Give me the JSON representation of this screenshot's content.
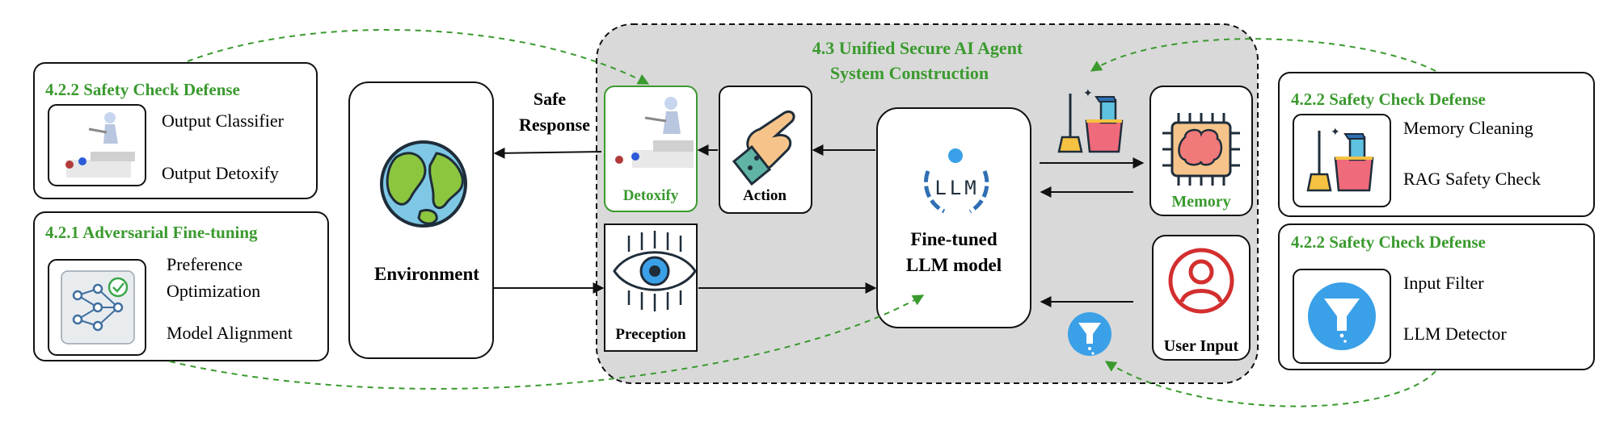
{
  "center_panel": {
    "title_line1": "4.3 Unified Secure AI Agent",
    "title_line2": "System Construction"
  },
  "left_top": {
    "title": "4.2.2 Safety Check Defense",
    "item1": "Output Classifier",
    "item2": "Output Detoxify"
  },
  "left_bottom": {
    "title": "4.2.1 Adversarial Fine-tuning",
    "item1_line1": "Preference",
    "item1_line2": "Optimization",
    "item2": "Model Alignment"
  },
  "right_top": {
    "title": "4.2.2 Safety Check Defense",
    "item1": "Memory Cleaning",
    "item2": "RAG Safety Check"
  },
  "right_bottom": {
    "title": "4.2.2 Safety Check Defense",
    "item1": "Input Filter",
    "item2": "LLM Detector"
  },
  "nodes": {
    "environment": "Environment",
    "safe_response_line1": "Safe",
    "safe_response_line2": "Response",
    "detoxify": "Detoxify",
    "action": "Action",
    "perception": "Preception",
    "llm_line1": "Fine-tuned",
    "llm_line2": "LLM model",
    "llm_logo": "LLM",
    "memory": "Memory",
    "user_input": "User Input"
  },
  "colors": {
    "accent_green": "#3a9a2e",
    "panel_gray": "#d9d9d9",
    "icon_blue": "#3aa0e8",
    "user_red": "#d32f2f"
  }
}
